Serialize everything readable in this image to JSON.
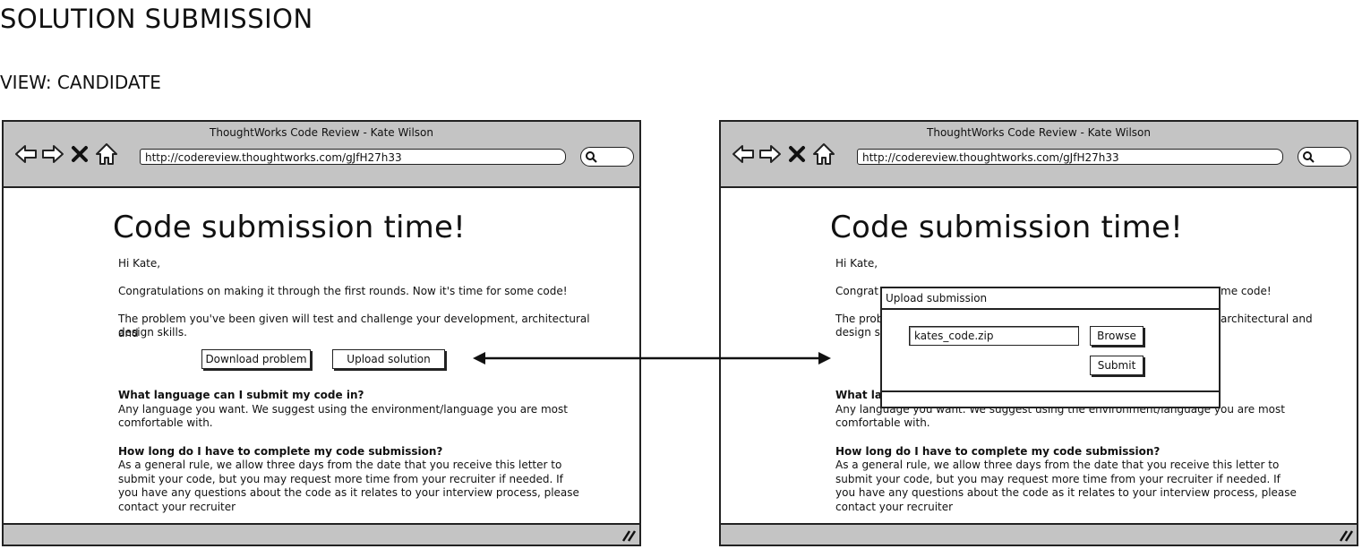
{
  "page": {
    "heading": "SOLUTION SUBMISSION",
    "view_label": "VIEW: CANDIDATE"
  },
  "browser": {
    "title": "ThoughtWorks Code Review - Kate Wilson",
    "url": "http://codereview.thoughtworks.com/gJfH27h33",
    "nav_icons": [
      "back-arrow-icon",
      "forward-arrow-icon",
      "close-x-icon",
      "home-icon"
    ],
    "search_icon": "search-icon"
  },
  "content": {
    "title": "Code submission time!",
    "greeting": "Hi Kate,",
    "intro": "Congratulations on making it through the first rounds. Now it's time for some code!",
    "problem_line1": "The problem you've been given will test and challenge your development, architectural and",
    "problem_line2": "design skills.",
    "download_button": "Download problem",
    "upload_button": "Upload solution",
    "faq1_question": "What language can I submit my code in?",
    "faq1_answer_line1": "Any language you want. We suggest using the environment/language you are most",
    "faq1_answer_line2": "comfortable with.",
    "faq2_question": "How long do I have to complete my code submission?",
    "faq2_answer_line1": "As a general rule, we allow three days from the date that you receive this letter to",
    "faq2_answer_line2": "submit your code, but you may request more time from your recruiter if needed.  If",
    "faq2_answer_line3": "you have any questions about the code as it relates to your interview process, please",
    "faq2_answer_line4": "contact your recruiter"
  },
  "modal": {
    "title": "Upload submission",
    "file_value": "kates_code.zip",
    "browse_button": "Browse",
    "submit_button": "Submit",
    "behind_partial_1": "Congrat",
    "behind_partial_2": "me code!",
    "behind_partial_3": "The prob",
    "behind_partial_4": "architectural and",
    "behind_partial_5": "design s",
    "behind_partial_6": "What la"
  },
  "colors": {
    "chrome": "#c4c4c4",
    "border": "#222222"
  }
}
